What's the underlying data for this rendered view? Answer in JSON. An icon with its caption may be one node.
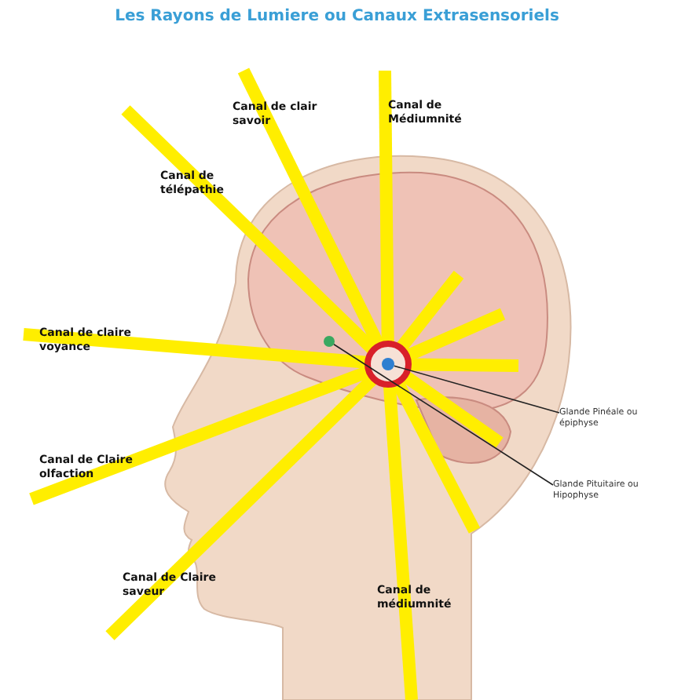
{
  "diagram": {
    "title": "Les Rayons de Lumiere ou Canaux Extrasensoriels",
    "nodes": [
      {
        "text": [
          "Glande Pinéale ou épiphyse"
        ]
      },
      {
        "text": [
          "Glande Pituitaire ou Hipophyse"
        ]
      },
      {
        "text": [],
        "shape": "circle"
      },
      {
        "text": [],
        "shape": "circle"
      }
    ],
    "edges": [
      {
        "from": 0,
        "to": 2,
        "arrow": "none"
      },
      {
        "from": 1,
        "to": 3,
        "arrow": "none"
      }
    ],
    "labels": [
      "Canal de Médiumnité",
      "Canal de clair savoir",
      "Canal de télépathie",
      "Canal de claire voyance",
      "Canal de Claire olfaction",
      "Canal de Claire saveur",
      "Canal de médiumnité"
    ]
  }
}
